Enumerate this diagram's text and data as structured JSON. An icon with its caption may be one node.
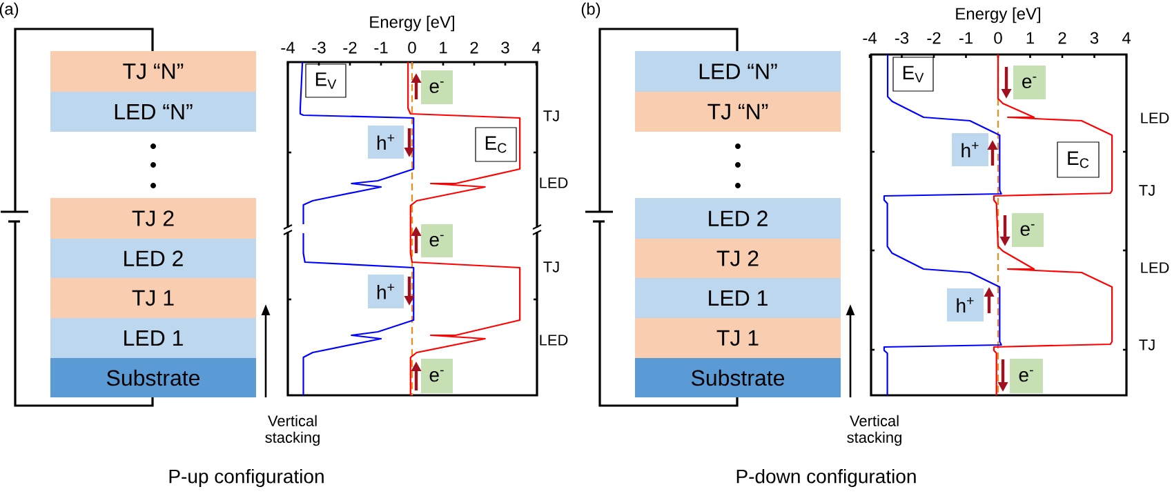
{
  "diagram": {
    "nodes": [
      {
        "text": [
          "TJ “N”"
        ]
      },
      {
        "text": [
          "LED “N”"
        ]
      },
      {
        "text": [
          "TJ 2"
        ]
      },
      {
        "text": [
          "LED 2"
        ]
      },
      {
        "text": [
          "TJ 1"
        ]
      },
      {
        "text": [
          "LED 1"
        ]
      },
      {
        "text": [
          "Substrate"
        ]
      },
      {
        "text": [
          "E$_{V}$"
        ]
      },
      {
        "text": [
          "e$^{-}$"
        ]
      },
      {
        "text": [
          "h$^{+}$"
        ]
      },
      {
        "text": [
          "E$_{C}$"
        ]
      },
      {
        "text": [
          "e$^{-}$"
        ]
      },
      {
        "text": [
          "h$^{+}$"
        ]
      },
      {
        "text": [
          "e$^{-}$"
        ]
      },
      {
        "text": [
          "LED “N”"
        ]
      },
      {
        "text": [
          "TJ “N”"
        ]
      },
      {
        "text": [
          "LED 2"
        ]
      },
      {
        "text": [
          "TJ 2"
        ]
      },
      {
        "text": [
          "LED 1"
        ]
      },
      {
        "text": [
          "TJ 1"
        ]
      },
      {
        "text": [
          "Substrate"
        ]
      },
      {
        "text": [
          "E$_{V}$"
        ]
      },
      {
        "text": [
          "e$^{-}$"
        ]
      },
      {
        "text": [
          "h$^{+}$"
        ]
      },
      {
        "text": [
          "E$_{C}$"
        ]
      },
      {
        "text": [
          "e$^{-}$"
        ]
      },
      {
        "text": [
          "h$^{+}$"
        ]
      },
      {
        "text": [
          "e$^{-}$"
        ]
      }
    ],
    "labels": [
      "(a)",
      "Energy [eV]",
      "-4",
      "-3",
      "-2",
      "-1",
      "0",
      "1",
      "2",
      "3",
      "4",
      "TJ",
      "LED",
      "TJ",
      "LED",
      "Vertical stacking",
      "P-up configuration",
      "(b)",
      "Energy [eV]",
      "-4",
      "-3",
      "-2",
      "-1",
      "0",
      "1",
      "2",
      "3",
      "4",
      "LED",
      "TJ",
      "LED",
      "TJ",
      "Vertical stacking",
      "P-down configuration"
    ]
  }
}
